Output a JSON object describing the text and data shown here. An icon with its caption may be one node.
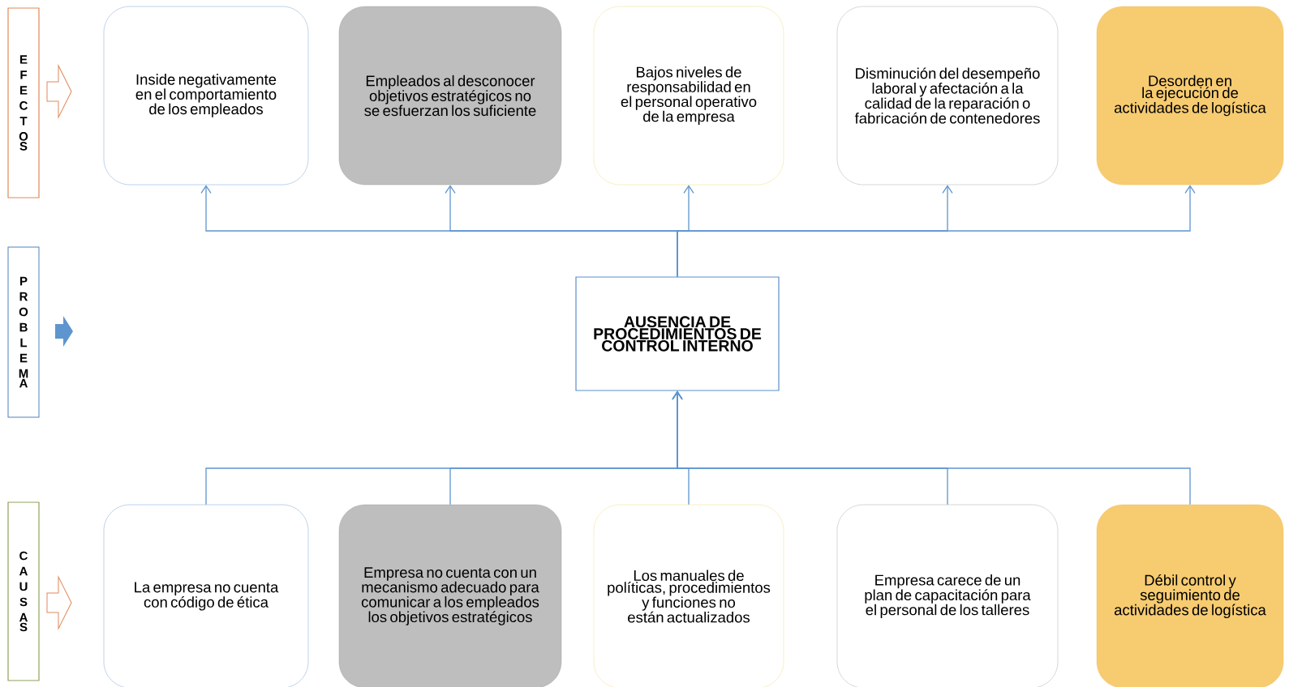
{
  "diagram": {
    "nodes": [
      {
        "text": [
          "EFECTOS"
        ]
      },
      {
        "text": [
          "Inside negativamente en el comportamiento de los empleados"
        ]
      },
      {
        "text": [
          "Empleados al desconocer objetivos estratégicos no se esfuerzan los suficiente"
        ]
      },
      {
        "text": [
          "Bajos niveles de responsabilidad en el personal operativo de la empresa"
        ]
      },
      {
        "text": [
          "Disminución del desempeño laboral y afectación a la calidad de la reparación o fabricación de contenedores"
        ]
      },
      {
        "text": [
          "Desorden en la ejecución de actividades de logística"
        ]
      },
      {
        "text": [
          "PROBLEMA"
        ]
      },
      {
        "text": [
          "AUSENCIA DE PROCEDIMIENTOS DE CONTROL INTERNO"
        ]
      },
      {
        "text": [
          "CAUSAS"
        ]
      },
      {
        "text": [
          "La empresa no cuenta con código de ética"
        ]
      },
      {
        "text": [
          "Empresa no cuenta con un mecanismo adecuado para comunicar a los empleados los objetivos estratégicos"
        ]
      },
      {
        "text": [
          "Los manuales de políticas, procedimientos y funciones no están actualizados"
        ]
      },
      {
        "text": [
          "Empresa carece de un plan de capacitación para el personal de los talleres"
        ]
      },
      {
        "text": [
          "Débil control y seguimiento de actividades de logística"
        ]
      }
    ],
    "edges": [
      {
        "from": 7,
        "to": 1,
        "arrow": "to"
      },
      {
        "from": 7,
        "to": 2,
        "arrow": "to"
      },
      {
        "from": 7,
        "to": 3,
        "arrow": "to"
      },
      {
        "from": 7,
        "to": 4,
        "arrow": "to"
      },
      {
        "from": 7,
        "to": 5,
        "arrow": "to"
      },
      {
        "from": 9,
        "to": 7,
        "arrow": "to"
      },
      {
        "from": 10,
        "to": 7,
        "arrow": "to"
      },
      {
        "from": 11,
        "to": 7,
        "arrow": "to"
      },
      {
        "from": 12,
        "to": 7,
        "arrow": "to"
      },
      {
        "from": 13,
        "to": 7,
        "arrow": "to"
      }
    ]
  }
}
